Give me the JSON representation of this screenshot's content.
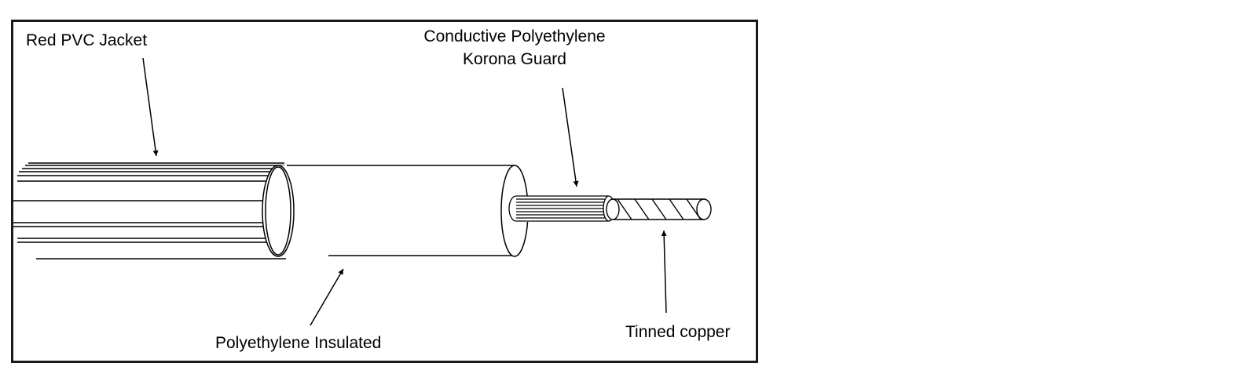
{
  "labels": {
    "jacket": "Red PVC Jacket",
    "guard_line1": "Conductive Polyethylene",
    "guard_line2": "Korona Guard",
    "insulation": "Polyethylene Insulated",
    "conductor": "Tinned copper"
  },
  "colors": {
    "line": "#000000",
    "frame": "#1a1a1a",
    "background": "#ffffff"
  }
}
